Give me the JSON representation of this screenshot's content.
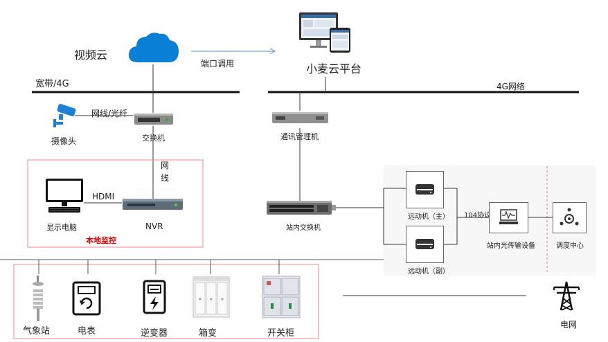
{
  "video_cloud": "视频云",
  "bandwidth_4g": "宽带/4G",
  "port_call": "端口调用",
  "platform": "小麦云平台",
  "network_4g": "4G网络",
  "camera": "摄像头",
  "cable_fiber": "网线/光纤",
  "switch": "交换机",
  "network_cable": "网线",
  "comm_manager": "通讯管理机",
  "hdmi": "HDMI",
  "display_pc": "显示电脑",
  "nvr": "NVR",
  "local_monitoring": "本地监控",
  "station_switch": "站内交换机",
  "remote_main": "远动机（主）",
  "remote_backup": "远动机（副）",
  "protocol_104": "104协议",
  "optical_transmission": "站内光传输设备",
  "dispatch_center": "调度中心",
  "weather_station": "气象站",
  "meter": "电表",
  "inverter": "逆变器",
  "box_transformer": "箱变",
  "switchgear": "开关柜",
  "power_grid": "电网",
  "colors": {
    "cloud_blue": "#0a7fd6",
    "accent_red": "#e60000",
    "device_gray": "#6b6b6b",
    "panel_border": "#d8d8d8"
  }
}
